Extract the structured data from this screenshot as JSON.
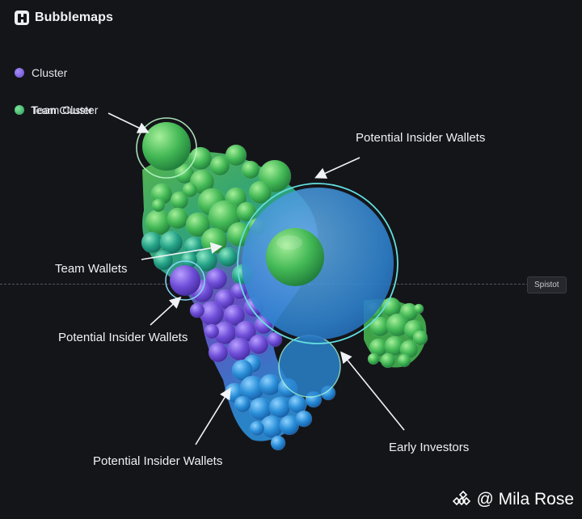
{
  "app": {
    "title": "Bubblemaps",
    "logo_icon": "bubblemaps-logo-icon"
  },
  "legend": {
    "items": [
      {
        "label": "Cluster",
        "color": "#7a5ce0"
      },
      {
        "label": "Team Cluster",
        "color": "#3dbd6a"
      }
    ]
  },
  "threshold": {
    "label": "Spistot"
  },
  "annotations": {
    "team_cluster_arrow_label": "Team Cluster",
    "insider_top": "Potential Insider Wallets",
    "team_wallets": "Team Wallets",
    "insider_left": "Potential Insider Wallets",
    "insider_bottom": "Potential Insider Wallets",
    "early_investors": "Early Investors"
  },
  "colors": {
    "background": "#141519",
    "green": "#3dbd6a",
    "purple": "#7a5ce0",
    "blue": "#2f8fdb",
    "highlight_ring": "#b8f5c8",
    "cyan_ring": "#63e0e0"
  },
  "watermark": {
    "text": "@ Mila Rose",
    "icon": "binance-diamond-icon"
  }
}
